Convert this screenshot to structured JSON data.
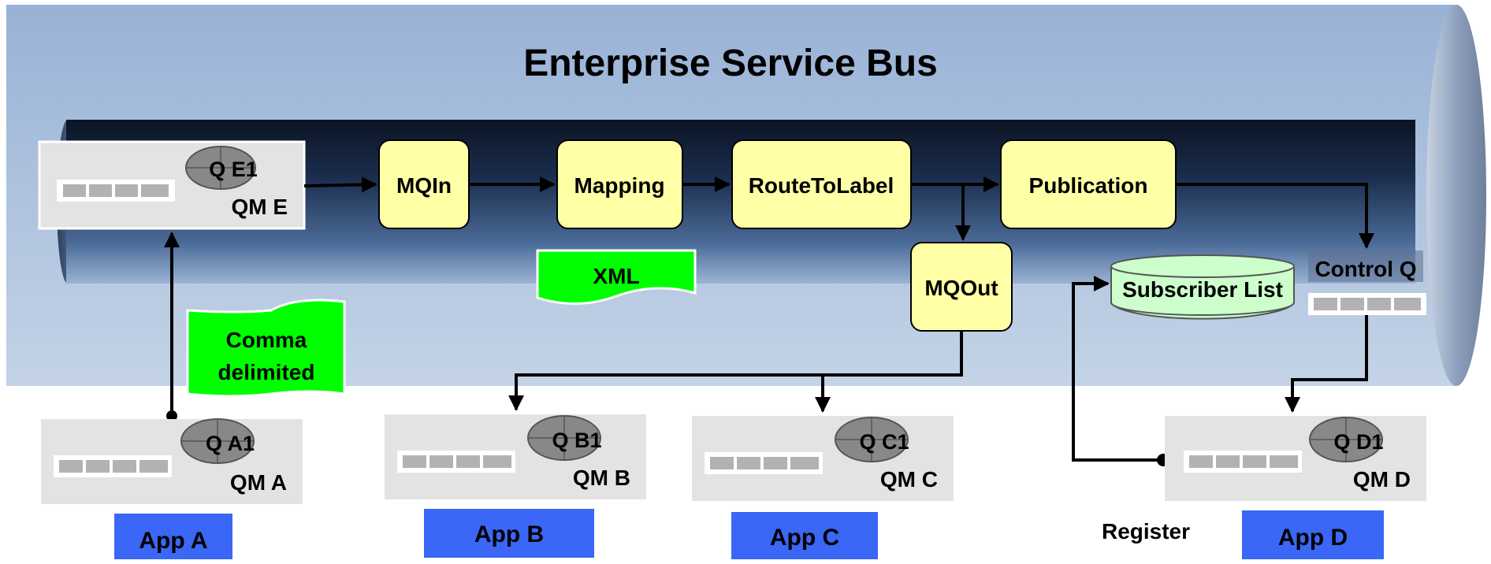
{
  "title": "Enterprise Service Bus",
  "nodes": {
    "mqin": "MQIn",
    "mapping": "Mapping",
    "route": "RouteToLabel",
    "publication": "Publication",
    "mqout": "MQOut"
  },
  "queue_managers": {
    "qme": {
      "queue": "Q E1",
      "name": "QM E"
    },
    "qma": {
      "queue": "Q A1",
      "name": "QM A"
    },
    "qmb": {
      "queue": "Q B1",
      "name": "QM B"
    },
    "qmc": {
      "queue": "Q C1",
      "name": "QM C"
    },
    "qmd": {
      "queue": "Q D1",
      "name": "QM D"
    }
  },
  "docs": {
    "xml": "XML",
    "comma_line1": "Comma",
    "comma_line2": "delimited"
  },
  "subscriber_list": "Subscriber List",
  "control_q": "Control Q",
  "register": "Register",
  "apps": {
    "a": "App A",
    "b": "App B",
    "c": "App C",
    "d": "App D"
  },
  "colors": {
    "bus": "#a9bdd8",
    "node_fill": "#ffffa6",
    "doc_green": "#00ff00",
    "app_blue": "#3a67f5",
    "db_fill": "#ccffcc",
    "qm_fill": "#e0e0e0"
  }
}
